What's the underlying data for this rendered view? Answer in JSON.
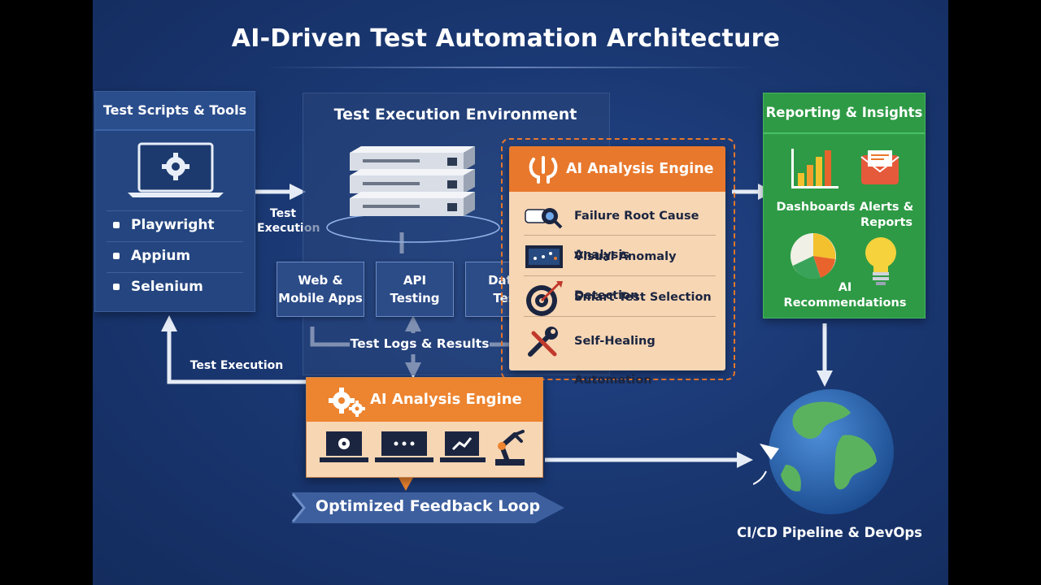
{
  "title": "AI-Driven Test Automation Architecture",
  "scripts_panel": {
    "title": "Test Scripts & Tools",
    "tools": [
      "Playwright",
      "Appium",
      "Selenium"
    ]
  },
  "labels": {
    "test_execution_top_1": "Test",
    "test_execution_top_2": "Execution",
    "test_execution_loop": "Test Execution",
    "test_logs": "Test Logs & Results",
    "feedback_loop": "Optimized Feedback Loop",
    "cicd": "CI/CD Pipeline & DevOps"
  },
  "execution_env": {
    "title": "Test Execution Environment",
    "targets": [
      {
        "line1": "Web &",
        "line2": "Mobile Apps"
      },
      {
        "line1": "API",
        "line2": "Testing"
      },
      {
        "line1": "Data",
        "line2": "Tes"
      }
    ]
  },
  "ai_engine": {
    "title": "AI Analysis Engine",
    "features": [
      {
        "label": "Failure Root Cause Analysis",
        "icon": "camera-search-icon"
      },
      {
        "label": "Visual Anomaly Detection",
        "icon": "monitor-icon"
      },
      {
        "label": "Smart Test Selection",
        "icon": "target-icon"
      },
      {
        "label": "Self-Healing Automation",
        "icon": "wrench-icon"
      }
    ]
  },
  "reporting": {
    "title": "Reporting & Insights",
    "items": [
      {
        "label_1": "Dashboards",
        "label_2": ""
      },
      {
        "label_1": "Alerts &",
        "label_2": "Reports"
      },
      {
        "label_1": "AI",
        "label_2": "Recommendations"
      }
    ]
  },
  "engine_lower": {
    "title": "AI Analysis Engine",
    "icons": [
      "laptop-gear-icon",
      "laptop-dots-icon",
      "laptop-chart-icon",
      "robot-arm-icon"
    ]
  },
  "colors": {
    "background": "#1a3873",
    "orange": "#e8782c",
    "peach": "#f7d6b4",
    "green": "#2e9a45",
    "panel_blue": "#24457f"
  }
}
